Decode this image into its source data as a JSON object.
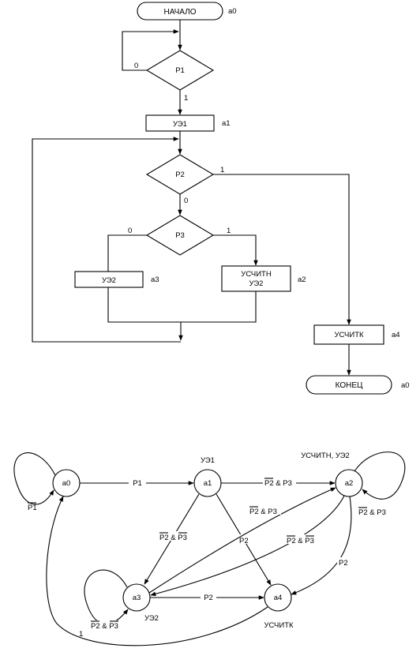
{
  "flowchart": {
    "start": "НАЧАЛО",
    "end": "КОНЕЦ",
    "conditions": {
      "p1": "P1",
      "p2": "P2",
      "p3": "P3"
    },
    "ops": {
      "ue1": "УЭ1",
      "ue2": "УЭ2",
      "usschitn_1": "УСЧИТН",
      "usschitn_2": "УЭ2",
      "usschitk": "УСЧИТК"
    },
    "marks": {
      "a0_top": "a0",
      "a1": "a1",
      "a2": "a2",
      "a3": "a3",
      "a4": "a4",
      "a0_bottom": "a0"
    },
    "branch": {
      "p1_zero": "0",
      "p1_one": "1",
      "p2_one": "1",
      "p2_zero": "0",
      "p3_zero": "0",
      "p3_one": "1"
    }
  },
  "automaton": {
    "states": {
      "a0": "a0",
      "a1": "a1",
      "a2": "a2",
      "a3": "a3",
      "a4": "a4"
    },
    "outputs": {
      "a1": "УЭ1",
      "a2": "УСЧИТН, УЭ2",
      "a3": "УЭ2",
      "a4": "УСЧИТК"
    },
    "transitions": {
      "a0_a1": "P1",
      "a0_loop": "P1",
      "a1_a2_a": "P2",
      "a1_a2_b": " & P3",
      "a1_a3_a": "P2",
      "a1_a3_b": " & ",
      "a1_a3_c": "P3",
      "a1_a4": "P2",
      "a2_loop_a": "P2",
      "a2_loop_b": " & P3",
      "a3_a2_a": "P2",
      "a3_a2_b": " & P3",
      "a2_a3_a": "P2",
      "a2_a3_b": " & ",
      "a2_a3_c": "P3",
      "a2_a4": "P2",
      "a3_a4": "P2",
      "a3_loop_a": "P2",
      "a3_loop_b": " & ",
      "a3_loop_c": "P3",
      "a4_a0": "1"
    }
  }
}
